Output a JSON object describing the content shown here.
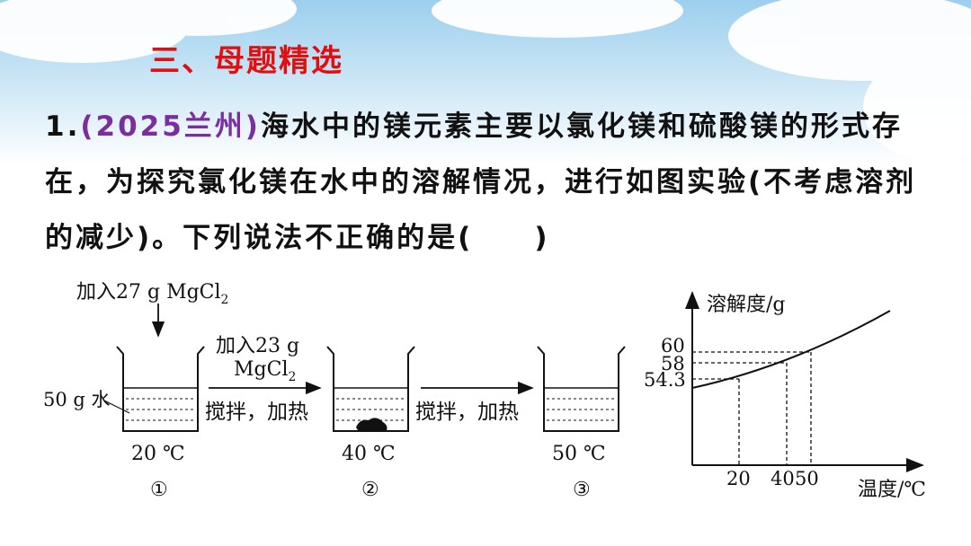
{
  "section_title": "三、母题精选",
  "question": {
    "number": "1.",
    "source": "(2025兰州)",
    "text": "海水中的镁元素主要以氯化镁和硫酸镁的形式存在，为探究氯化镁在水中的溶解情况，进行如图实验(不考虑溶剂的减少)。下列说法不正确的是(　　)"
  },
  "experiment": {
    "add_first": "加入27 g MgCl",
    "add_first_sub": "2",
    "water_label": "50 g 水",
    "add_second_line1": "加入23 g",
    "add_second_line2": "MgCl",
    "add_second_sub": "2",
    "process_1": "搅拌，加热",
    "process_2": "搅拌，加热",
    "beakers": [
      {
        "temp": "20 ℃",
        "label": "①"
      },
      {
        "temp": "40 ℃",
        "label": "②"
      },
      {
        "temp": "50 ℃",
        "label": "③"
      }
    ]
  },
  "chart_data": {
    "type": "line",
    "ylabel": "溶解度/g",
    "xlabel": "温度/℃",
    "x_ticks": [
      "20",
      "40",
      "50"
    ],
    "y_ticks": [
      "54.3",
      "58",
      "60"
    ],
    "points": [
      {
        "x": 20,
        "y": 54.3
      },
      {
        "x": 40,
        "y": 58
      },
      {
        "x": 50,
        "y": 60
      }
    ]
  },
  "colors": {
    "title": "#e01010",
    "source": "#7a2ea0",
    "text": "#111111"
  }
}
